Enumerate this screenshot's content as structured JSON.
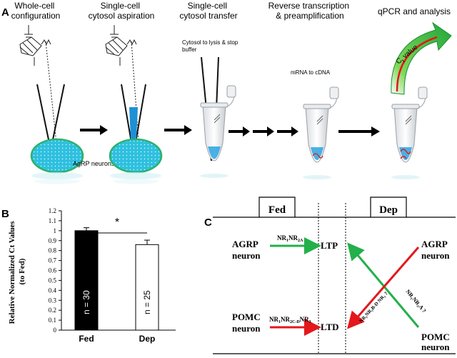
{
  "panel_a": {
    "label": "A",
    "steps": [
      {
        "line1": "Whole-cell",
        "line2": "configuration"
      },
      {
        "line1": "Single-cell",
        "line2": "cytosol aspiration"
      },
      {
        "line1": "Single-cell",
        "line2": "cytosol transfer"
      },
      {
        "line1": "Reverse transcription",
        "line2": "& preamplification"
      },
      {
        "line1": "qPCR and analysis",
        "line2": ""
      }
    ],
    "cytosol_note_line1": "Cytosol to lysis & stop",
    "cytosol_note_line2": "buffer",
    "mrna_note": "mRNA to cDNA",
    "ct_label_main": "C",
    "ct_label_sub": "t",
    "ct_label_rest": " value",
    "cell_label": "AgRP neurons"
  },
  "panel_b": {
    "label": "B",
    "significance": "*",
    "ylabel_line1": "Relative Normalized Ct Values",
    "ylabel_line2": "(to Fed)"
  },
  "chart_data": {
    "type": "bar",
    "categories": [
      "Fed",
      "Dep"
    ],
    "values": [
      1.0,
      0.86
    ],
    "errors": [
      0.03,
      0.045
    ],
    "bar_labels": [
      "n = 30",
      "n = 25"
    ],
    "bar_colors": [
      "#000000",
      "#ffffff"
    ],
    "label_colors": [
      "#ffffff",
      "#000000"
    ],
    "yticks": [
      "0",
      "0.1",
      "0.2",
      "0.3",
      "0.4",
      "0.5",
      "0.6",
      "0.7",
      "0.8",
      "0.9",
      "1",
      "1.1",
      "1.2"
    ],
    "ylim": [
      0,
      1.2
    ]
  },
  "panel_c": {
    "label": "C",
    "fed": "Fed",
    "dep": "Dep",
    "agrp_left_1": "AGRP",
    "agrp_left_2": "neuron",
    "pomc_left_1": "POMC",
    "pomc_left_2": "neuron",
    "agrp_right_1": "AGRP",
    "agrp_right_2": "neuron",
    "pomc_right_1": "POMC",
    "pomc_right_2": "neuron",
    "ltp": "LTP",
    "ltd": "LTD",
    "nr_top_main": "NR",
    "nr_top_s1": "1",
    "nr_top_mid": "NR",
    "nr_top_s2": "2A",
    "nr_bot_main": "NR",
    "nr_bot_s1": "1",
    "nr_bot_mid": "NR",
    "nr_bot_s2": "2C-D",
    "nr_bot_end": "NR",
    "nr_bot_s3": "3",
    "nr_diag_green": "NR₁NR₂A ?",
    "nr_diag_red": "NR₁NR₂B-D NR₃ ?",
    "colors": {
      "green": "#22b04a",
      "red": "#e4171b"
    }
  }
}
